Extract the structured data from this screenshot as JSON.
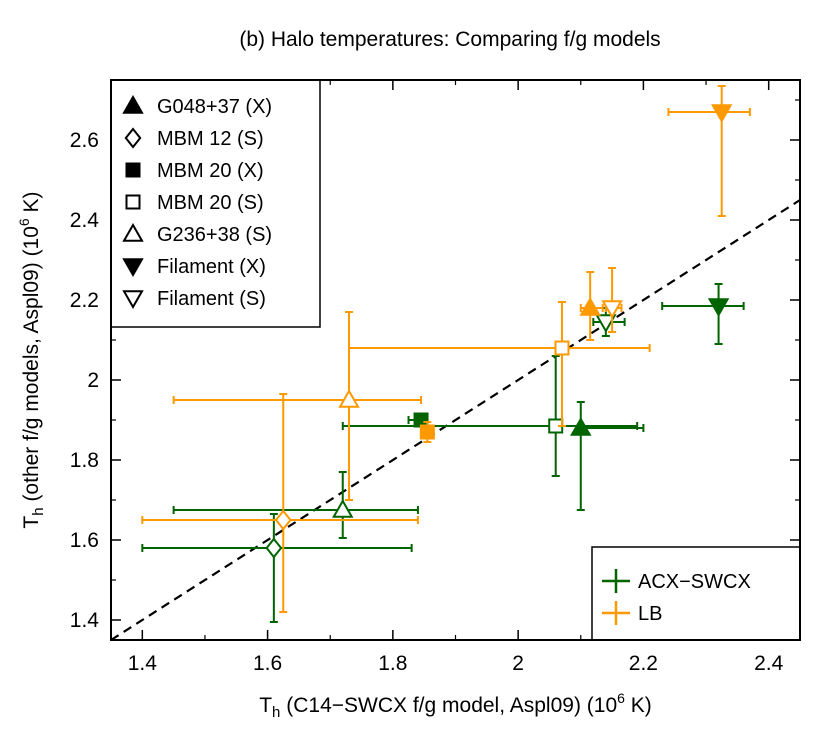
{
  "chart_data": {
    "type": "scatter",
    "title": "(b) Halo temperatures: Comparing f/g models",
    "xlabel": {
      "main": "T",
      "sub": "h",
      "rest": " (C14−SWCX f/g model, Aspl09) (10",
      "sup": "6",
      "end": " K)"
    },
    "ylabel": {
      "main": "T",
      "sub": "h",
      "rest": " (other f/g models, Aspl09) (10",
      "sup": "6",
      "end": " K)"
    },
    "xlim": [
      1.35,
      2.45
    ],
    "ylim": [
      1.35,
      2.75
    ],
    "xticks": [
      1.4,
      1.6,
      1.8,
      2.0,
      2.2,
      2.4
    ],
    "xtick_labels": [
      "1.4",
      "1.6",
      "1.8",
      "2",
      "2.2",
      "2.4"
    ],
    "yticks": [
      1.4,
      1.6,
      1.8,
      2.0,
      2.2,
      2.4,
      2.6
    ],
    "ytick_labels": [
      "1.4",
      "1.6",
      "1.8",
      "2",
      "2.2",
      "2.4",
      "2.6"
    ],
    "grid": false,
    "reference_line": {
      "style": "dashed",
      "color": "#000000",
      "relation": "y = x"
    },
    "colors": {
      "ACX-SWCX": "#006400",
      "LB": "#FF9900"
    },
    "legend_targets": {
      "placement": "top-left",
      "entries": [
        {
          "marker": "triangle-up-filled",
          "label": "G048+37 (X)"
        },
        {
          "marker": "diamond-open",
          "label": "MBM 12 (S)"
        },
        {
          "marker": "square-filled",
          "label": "MBM 20 (X)"
        },
        {
          "marker": "square-open",
          "label": "MBM 20 (S)"
        },
        {
          "marker": "triangle-up-open",
          "label": "G236+38 (S)"
        },
        {
          "marker": "triangle-down-filled",
          "label": "Filament (X)"
        },
        {
          "marker": "triangle-down-open",
          "label": "Filament (S)"
        }
      ]
    },
    "legend_models": {
      "placement": "bottom-right",
      "entries": [
        {
          "series": "ACX-SWCX",
          "label": "ACX−SWCX"
        },
        {
          "series": "LB",
          "label": "LB"
        }
      ]
    },
    "series": [
      {
        "name": "ACX-SWCX",
        "points": [
          {
            "target": "G048+37 (X)",
            "marker": "triangle-up-filled",
            "x": 2.1,
            "y": 1.88,
            "xerr": [
              2.1,
              2.2
            ],
            "yerr": [
              1.675,
              1.945
            ]
          },
          {
            "target": "MBM 12 (S)",
            "marker": "diamond-open",
            "x": 1.61,
            "y": 1.58,
            "xerr": [
              1.4,
              1.83
            ],
            "yerr": [
              1.395,
              1.665
            ]
          },
          {
            "target": "MBM 20 (X)",
            "marker": "square-filled",
            "x": 1.845,
            "y": 1.9,
            "xerr": [
              1.825,
              1.855
            ],
            "yerr": [
              1.89,
              1.91
            ]
          },
          {
            "target": "MBM 20 (S)",
            "marker": "square-open",
            "x": 2.06,
            "y": 1.885,
            "xerr": [
              1.72,
              2.19
            ],
            "yerr": [
              1.76,
              2.06
            ]
          },
          {
            "target": "G236+38 (S)",
            "marker": "triangle-up-open",
            "x": 1.72,
            "y": 1.675,
            "xerr": [
              1.45,
              1.84
            ],
            "yerr": [
              1.605,
              1.77
            ]
          },
          {
            "target": "Filament (X)",
            "marker": "triangle-down-filled",
            "x": 2.32,
            "y": 2.185,
            "xerr": [
              2.23,
              2.36
            ],
            "yerr": [
              2.09,
              2.24
            ]
          },
          {
            "target": "Filament (S)",
            "marker": "triangle-down-open",
            "x": 2.14,
            "y": 2.145,
            "xerr": [
              2.12,
              2.17
            ],
            "yerr": [
              2.11,
              2.18
            ]
          }
        ]
      },
      {
        "name": "LB",
        "points": [
          {
            "target": "G048+37 (X)",
            "marker": "triangle-up-filled",
            "x": 2.115,
            "y": 2.18,
            "xerr": [
              2.1,
              2.135
            ],
            "yerr": [
              2.1,
              2.27
            ]
          },
          {
            "target": "MBM 12 (S)",
            "marker": "diamond-open",
            "x": 1.625,
            "y": 1.65,
            "xerr": [
              1.4,
              1.84
            ],
            "yerr": [
              1.42,
              1.965
            ]
          },
          {
            "target": "MBM 20 (X)",
            "marker": "square-filled",
            "x": 1.855,
            "y": 1.87,
            "xerr": [
              1.845,
              1.865
            ],
            "yerr": [
              1.845,
              1.895
            ]
          },
          {
            "target": "MBM 20 (S)",
            "marker": "square-open",
            "x": 2.07,
            "y": 2.08,
            "xerr": [
              1.73,
              2.21
            ],
            "yerr": [
              1.885,
              2.195
            ]
          },
          {
            "target": "G236+38 (S)",
            "marker": "triangle-up-open",
            "x": 1.73,
            "y": 1.95,
            "xerr": [
              1.45,
              1.845
            ],
            "yerr": [
              1.7,
              2.17
            ]
          },
          {
            "target": "Filament (X)",
            "marker": "triangle-down-filled",
            "x": 2.325,
            "y": 2.67,
            "xerr": [
              2.24,
              2.37
            ],
            "yerr": [
              2.41,
              2.735
            ]
          },
          {
            "target": "Filament (S)",
            "marker": "triangle-down-open",
            "x": 2.15,
            "y": 2.18,
            "xerr": [
              2.14,
              2.165
            ],
            "yerr": [
              2.12,
              2.28
            ]
          }
        ]
      }
    ]
  }
}
